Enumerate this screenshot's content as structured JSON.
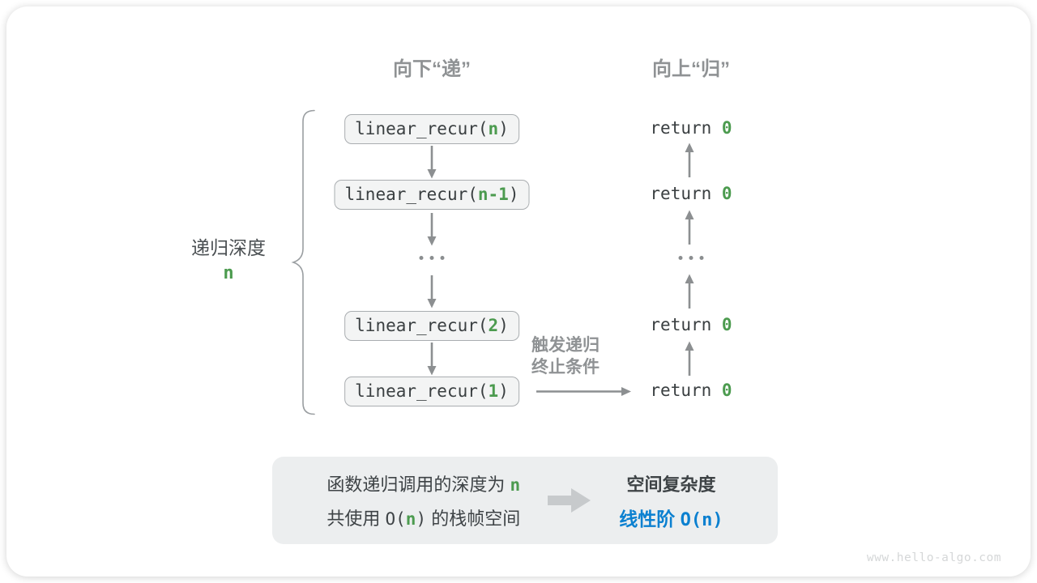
{
  "headers": {
    "down": "向下“递”",
    "up": "向上“归”"
  },
  "depth": {
    "label": "递归深度",
    "value": "n"
  },
  "calls": [
    {
      "pre": "linear_recur(",
      "arg": "n",
      "post": ")"
    },
    {
      "pre": "linear_recur(",
      "arg": "n-1",
      "post": ")"
    },
    {
      "pre": "linear_recur(",
      "arg": "2",
      "post": ")"
    },
    {
      "pre": "linear_recur(",
      "arg": "1",
      "post": ")"
    }
  ],
  "returns": {
    "rows": [
      {
        "pre": "return ",
        "val": "0"
      },
      {
        "pre": "return ",
        "val": "0"
      },
      {
        "pre": "return ",
        "val": "0"
      },
      {
        "pre": "return ",
        "val": "0"
      }
    ]
  },
  "trigger": {
    "line1": "触发递归",
    "line2": "终止条件"
  },
  "summary": {
    "line1": {
      "text": "函数递归调用的深度为",
      "value": "n"
    },
    "line2": {
      "pre": "共使用",
      "o_open": "O(",
      "value": "n",
      "o_close": ")",
      "post": "的栈帧空间"
    },
    "right_title": "空间复杂度",
    "right_label": "线性阶",
    "right_o": {
      "open": "O(",
      "value": "n",
      "close": ")"
    }
  },
  "watermark": "www.hello-algo.com",
  "colors": {
    "green": "#4C9B4F",
    "blue": "#0B80D0",
    "gray": "#8F9294",
    "box_bg": "#F3F4F4",
    "box_border": "#A9ADB0",
    "panel_bg": "#ECEEEF"
  }
}
